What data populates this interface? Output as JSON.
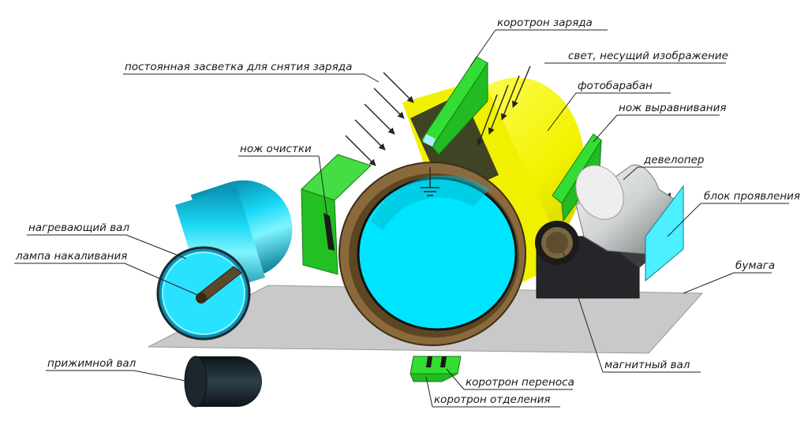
{
  "labels": {
    "corotron_charge": "коротрон заряда",
    "constant_exposure": "постоянная засветка для снятия заряда",
    "light_image": "свет, несущий изображение",
    "photodrum": "фотобарабан",
    "leveling_blade": "нож выравнивания",
    "cleaning_blade": "нож очистки",
    "developer": "девелопер",
    "developer_unit": "блок проявления",
    "heating_roller": "нагревающий вал",
    "incandescent_lamp": "лампа накаливания",
    "paper": "бумага",
    "pressure_roller": "прижимной вал",
    "magnetic_roller": "магнитный вал",
    "corotron_transfer": "коротрон переноса",
    "corotron_separation": "коротрон отделения"
  },
  "colors": {
    "drum_inner": "#00e5ff",
    "drum_ring": "#8a6a3c",
    "drum_yellow": "#f2f200",
    "corotron_green": "#22cc22",
    "paper_grey": "#c7c7c7",
    "dark_roller": "#1e2d33",
    "developer_shell": "#26262a"
  },
  "icons": [
    "ground-symbol"
  ]
}
